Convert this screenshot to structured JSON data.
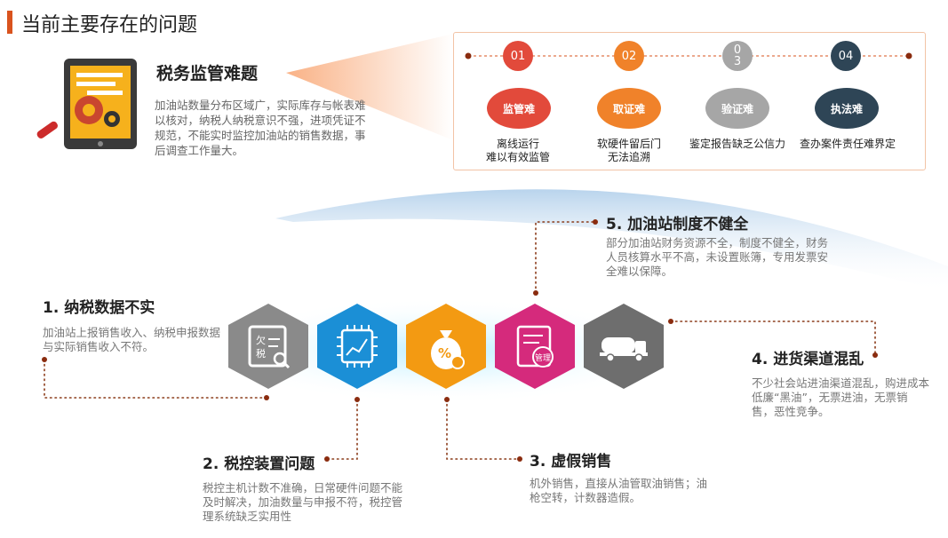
{
  "page_title": "当前主要存在的问题",
  "section": {
    "heading": "税务监管难题",
    "description": "加油站数量分布区域广，实际库存与帐表难以核对，纳税人纳税意识不强，进项凭证不规范，不能实时监控加油站的销售数据，事后调查工作量大。"
  },
  "timeline": [
    {
      "num": "01",
      "label": "监管难",
      "caption": [
        "离线运行",
        "难以有效监管"
      ],
      "color": "#e24a3b"
    },
    {
      "num": "02",
      "label": "取证难",
      "caption": [
        "软硬件留后门",
        "无法追溯"
      ],
      "color": "#f0822a"
    },
    {
      "num": "0\n3",
      "label": "验证难",
      "caption": [
        "鉴定报告缺乏公信力"
      ],
      "color": "#a6a6a6"
    },
    {
      "num": "04",
      "label": "执法难",
      "caption": [
        "查办案件责任难界定"
      ],
      "color": "#2e4556"
    }
  ],
  "problems": [
    {
      "title": "1. 纳税数据不实",
      "desc": "加油站上报销售收入、纳税申报数据与实际销售收入不符。",
      "icon": "tax-form-icon",
      "color": "#8a8a8a"
    },
    {
      "title": "2. 税控装置问题",
      "desc": "税控主机计数不准确，日常硬件问题不能及时解决，加油数量与申报不符，税控管理系统缺乏实用性",
      "icon": "chip-icon",
      "color": "#1b8fd6"
    },
    {
      "title": "3. 虚假销售",
      "desc": "机外销售，直接从油管取油销售；油枪空转，计数器造假。",
      "icon": "money-bag-icon",
      "color": "#f39a12"
    },
    {
      "title": "4. 进货渠道混乱",
      "desc": "不少社会站进油渠道混乱，购进成本低廉“黑油”，无票进油，无票销售，恶性竞争。",
      "icon": "tanker-truck-icon",
      "color": "#6e6e6e"
    },
    {
      "title": "5. 加油站制度不健全",
      "desc": "部分加油站财务资源不全，制度不健全，财务人员核算水平不高，未设置账簿，专用发票安全难以保障。",
      "icon": "management-doc-icon",
      "color": "#d52a7c"
    }
  ],
  "icon_texts": {
    "tax_form": "欠税",
    "percent_badge": "%",
    "management_badge": "管理"
  }
}
